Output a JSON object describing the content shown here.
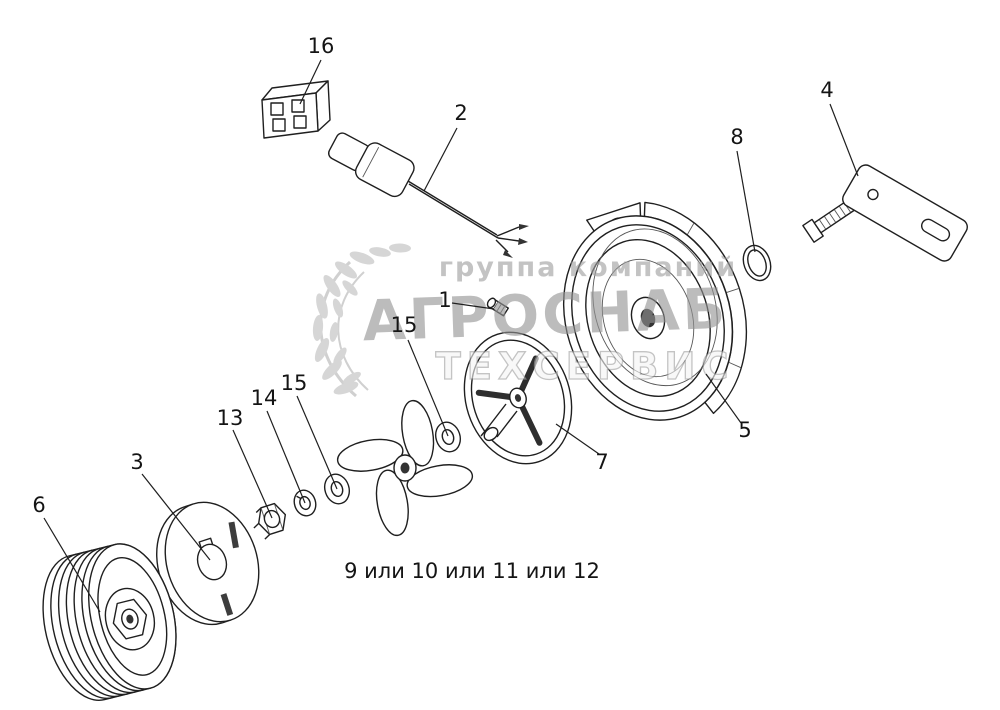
{
  "page": {
    "background": "#ffffff",
    "line_color": "#1f1f1f"
  },
  "watermark": {
    "line1": "группа компаний",
    "line2": "АГРОСНАБ",
    "line3": "ТЕХСЕРВИС",
    "text_color": "#9a9a9a",
    "outline_color": "#a8a8a8"
  },
  "callouts": {
    "c16": "16",
    "c2": "2",
    "c8": "8",
    "c4": "4",
    "c1": "1",
    "c15a": "15",
    "c7": "7",
    "c5": "5",
    "c15b": "15",
    "c14": "14",
    "c13": "13",
    "c3": "3",
    "c6": "6",
    "variant_text": "9 или 10 или 11 или 12"
  }
}
